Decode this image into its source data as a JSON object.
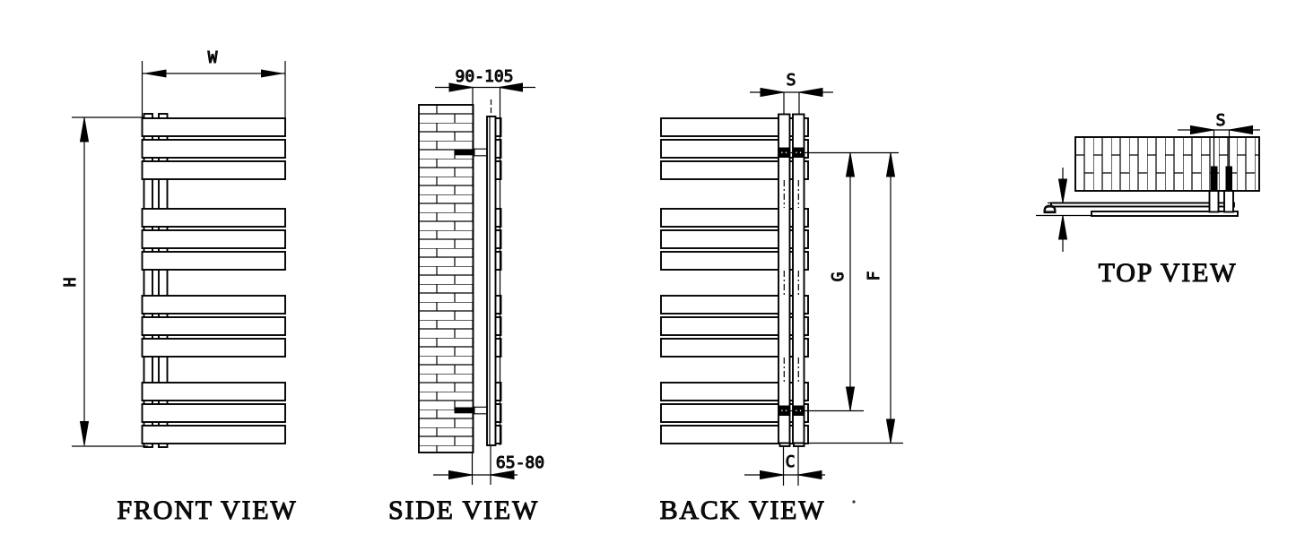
{
  "drawing": {
    "type": "technical-drawing",
    "subject": "wall-mounted flat-panel towel radiator, four orthographic views",
    "front_view": {
      "title": "FRONT VIEW",
      "width_label": "W",
      "height_label": "H"
    },
    "side_view": {
      "title": "SIDE VIEW",
      "wall_to_front_dim": "90-105",
      "wall_to_back_dim": "65-80"
    },
    "back_view": {
      "title": "BACK VIEW",
      "rail_pitch_label": "S",
      "bracket_span_label": "G",
      "overall_span_label": "F",
      "connection_pitch_label": "C"
    },
    "top_view": {
      "title": "TOP VIEW",
      "rail_pitch_label": "S",
      "depth_label": "D"
    }
  },
  "colors": {
    "line": "#000000",
    "dim_text": "#1f1f1f",
    "title_text": "#111111",
    "background": "#ffffff"
  }
}
